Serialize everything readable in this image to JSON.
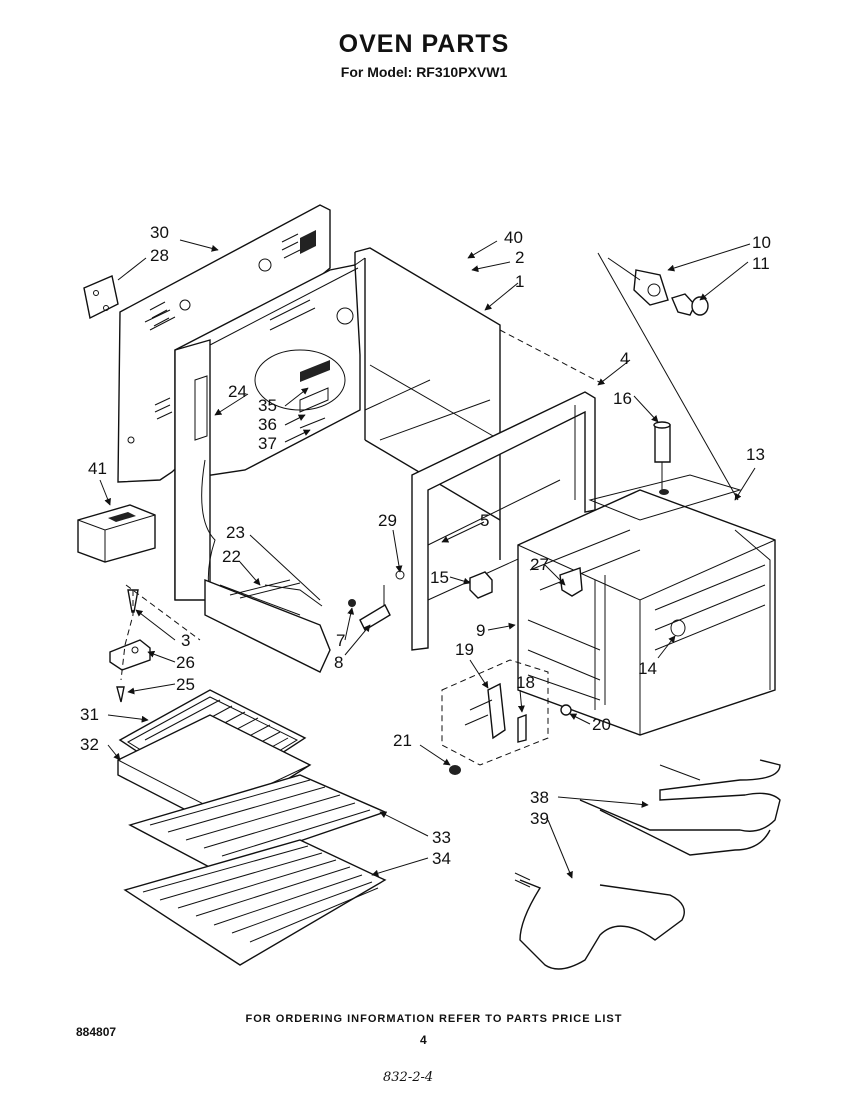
{
  "title": "OVEN PARTS",
  "subtitle": "For Model: RF310PXVW1",
  "footer_note": "FOR ORDERING INFORMATION REFER TO PARTS PRICE LIST",
  "doc_number": "884807",
  "page_number": "4",
  "handwritten_note": "832-2-4",
  "callouts": {
    "c1": "1",
    "c2": "2",
    "c3": "3",
    "c4": "4",
    "c5": "5",
    "c7": "7",
    "c8": "8",
    "c9": "9",
    "c10": "10",
    "c11": "11",
    "c13": "13",
    "c14": "14",
    "c15": "15",
    "c16": "16",
    "c18": "18",
    "c19": "19",
    "c20": "20",
    "c21": "21",
    "c22": "22",
    "c23": "23",
    "c24": "24",
    "c25": "25",
    "c26": "26",
    "c27": "27",
    "c28": "28",
    "c29": "29",
    "c30": "30",
    "c31": "31",
    "c32": "32",
    "c33": "33",
    "c34": "34",
    "c35": "35",
    "c36": "36",
    "c37": "37",
    "c38": "38",
    "c39": "39",
    "c40": "40",
    "c41": "41"
  }
}
